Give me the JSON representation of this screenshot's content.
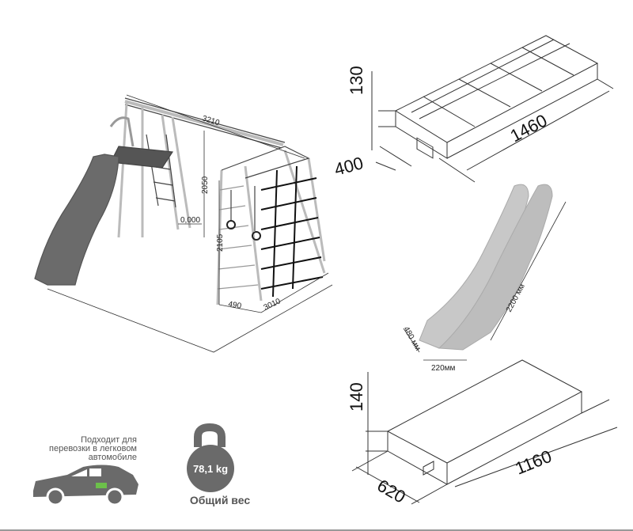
{
  "structure": {
    "dim_length": "3210",
    "dim_height_beam": "2050",
    "dim_zero": "0,000",
    "dim_height_total": "2105",
    "dim_depth": "490",
    "dim_width": "3010"
  },
  "box_long": {
    "height": "130",
    "width": "400",
    "length": "1460"
  },
  "slide": {
    "length": "2200 мм",
    "width_end": "480 мм",
    "width": "220мм"
  },
  "box_flat": {
    "height": "140",
    "width": "620",
    "length": "1160"
  },
  "car": {
    "caption": "Подходит для перевозки в легковом автомобиле"
  },
  "weight": {
    "value": "78,1 kg",
    "label": "Общий вес"
  },
  "colors": {
    "slide": "#6b6b6b",
    "slide_light": "#c8c8c8",
    "icon": "#6a6a6a",
    "cargo": "#6cc04a"
  }
}
